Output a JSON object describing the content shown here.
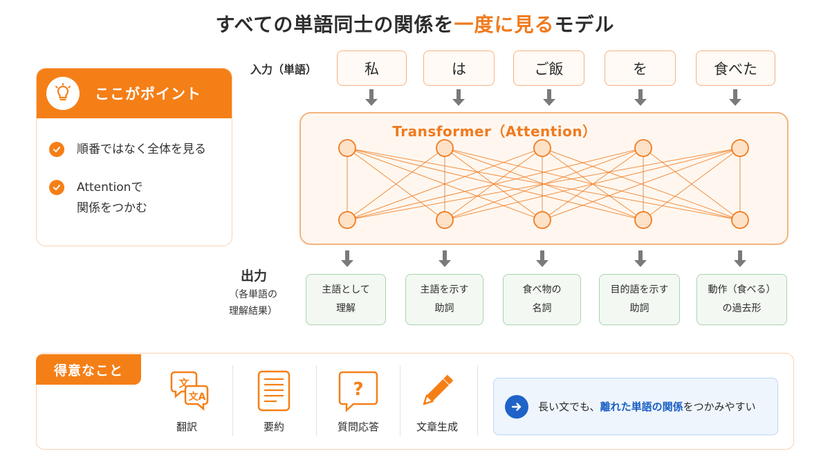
{
  "title": {
    "part1": "すべての単語同士の関係を",
    "highlight": "一度に見る",
    "part2": "モデル"
  },
  "point": {
    "title": "ここがポイント",
    "icon": "lightbulb-icon",
    "items": [
      "順番ではなく全体を見る",
      "Attentionで\n関係をつかむ"
    ]
  },
  "input": {
    "label": "入力（単語）",
    "words": [
      "私",
      "は",
      "ご飯",
      "を",
      "食べた"
    ]
  },
  "transformer": {
    "label": "Transformer（Attention）",
    "node_count": 5
  },
  "output": {
    "label": "出力",
    "sublabel": "（各単語の\n理解結果）",
    "items": [
      "主語として\n理解",
      "主語を示す\n助詞",
      "食べ物の\n名詞",
      "目的語を示す\n助詞",
      "動作（食べる）\nの過去形"
    ]
  },
  "strengths": {
    "tag": "得意なこと",
    "items": [
      {
        "label": "翻訳",
        "icon": "translate-icon"
      },
      {
        "label": "要約",
        "icon": "document-icon"
      },
      {
        "label": "質問応答",
        "icon": "question-icon"
      },
      {
        "label": "文章生成",
        "icon": "pencil-icon"
      }
    ],
    "note": {
      "before": "長い文でも、",
      "highlight": "離れた単語の関係",
      "after": "をつかみやすい"
    }
  },
  "colors": {
    "accent": "#f57f17",
    "output_border": "#a9d3ad",
    "note_blue": "#1f63c8",
    "arrow_gray": "#7a7a7a"
  }
}
